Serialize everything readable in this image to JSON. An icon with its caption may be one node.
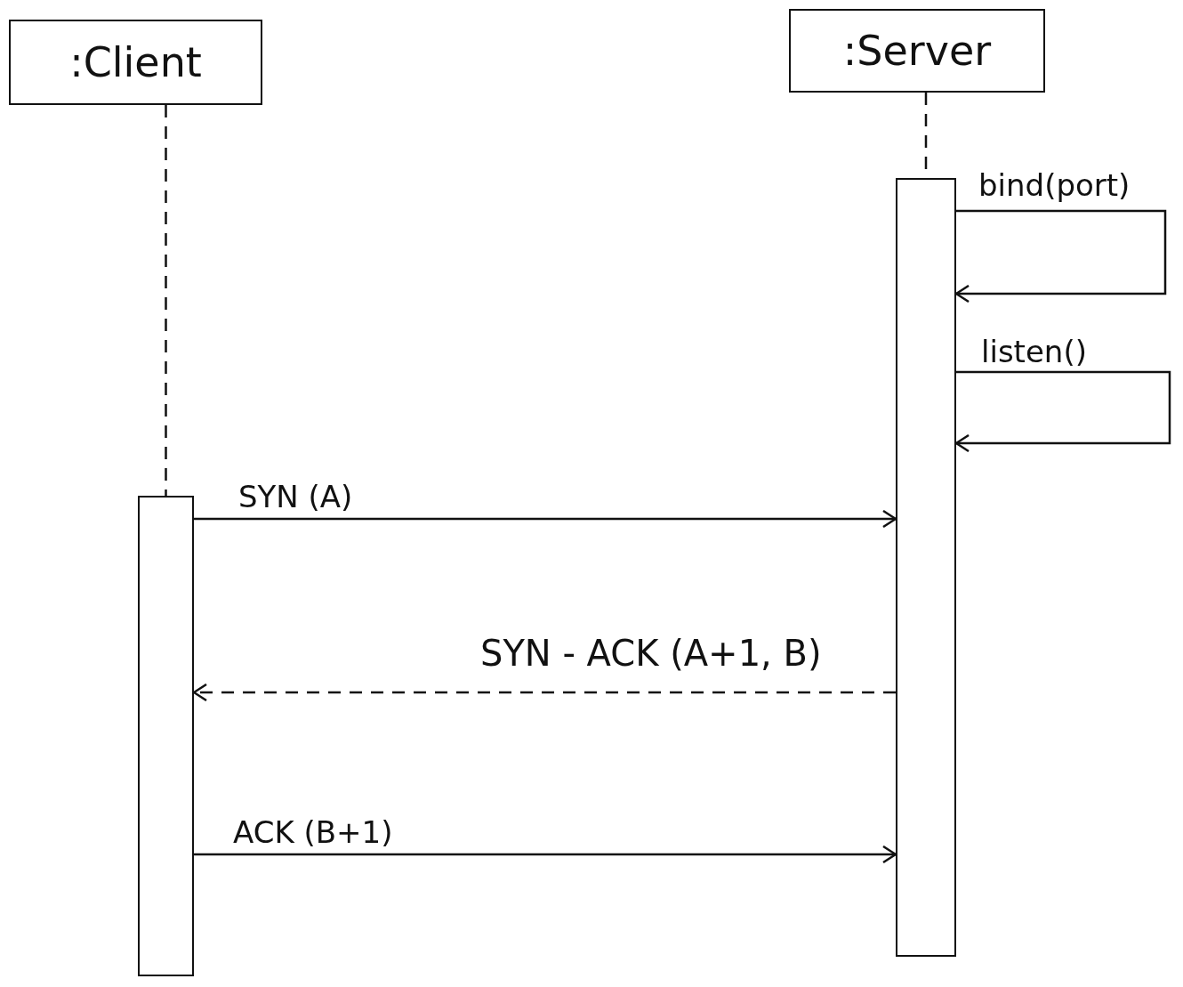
{
  "diagram": {
    "nodes": [
      {
        "text": [
          ":Client"
        ]
      },
      {
        "text": [
          ":Server"
        ]
      },
      {
        "text": [],
        "shape": "bar"
      },
      {
        "text": [],
        "shape": "bar"
      }
    ],
    "edges": [
      {
        "from": 0,
        "to": 2,
        "arrow": "none",
        "style": "dashed"
      },
      {
        "from": 1,
        "to": 3,
        "arrow": "none",
        "style": "dashed"
      },
      {
        "from": 3,
        "to": 3,
        "arrow": "to",
        "label": "bind(port)"
      },
      {
        "from": 3,
        "to": 3,
        "arrow": "to",
        "label": "listen()"
      },
      {
        "from": 2,
        "to": 3,
        "arrow": "to",
        "label": "SYN (A)"
      },
      {
        "from": 3,
        "to": 2,
        "arrow": "to",
        "label": "SYN - ACK (A+1, B)",
        "style": "dashed"
      },
      {
        "from": 2,
        "to": 3,
        "arrow": "to",
        "label": "ACK (B+1)"
      }
    ]
  }
}
